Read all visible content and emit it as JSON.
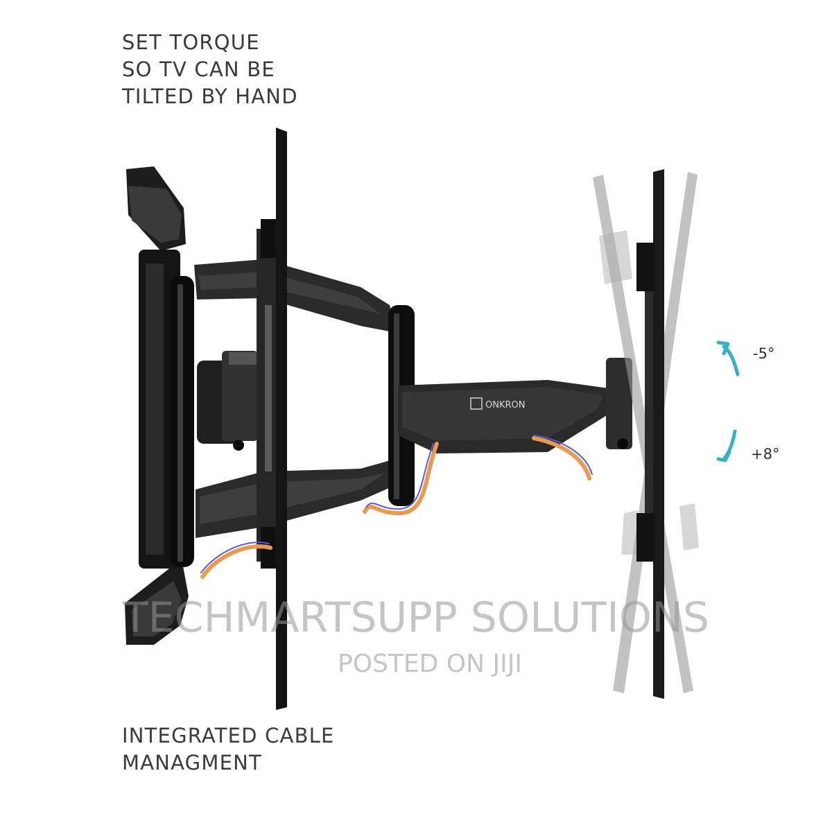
{
  "captions": {
    "top": [
      "SET TORQUE",
      "SO TV CAN BE",
      "TILTED BY HAND"
    ],
    "bottom": [
      "INTEGRATED CABLE",
      "MANAGMENT"
    ]
  },
  "tilt": {
    "up_label": "-5°",
    "down_label": "+8°",
    "arrow_color": "#3ab0c8"
  },
  "brand": {
    "logo_text": "ONKRON"
  },
  "watermark": {
    "main": "TECHMARTSUPP SOLUTIONS",
    "sub": "POSTED ON JIJI"
  },
  "colors": {
    "mount": "#1f1f1f",
    "mount_dark": "#0e0e0e",
    "cable_orange": "#e89a52",
    "cable_blue": "#5a5ad8"
  }
}
